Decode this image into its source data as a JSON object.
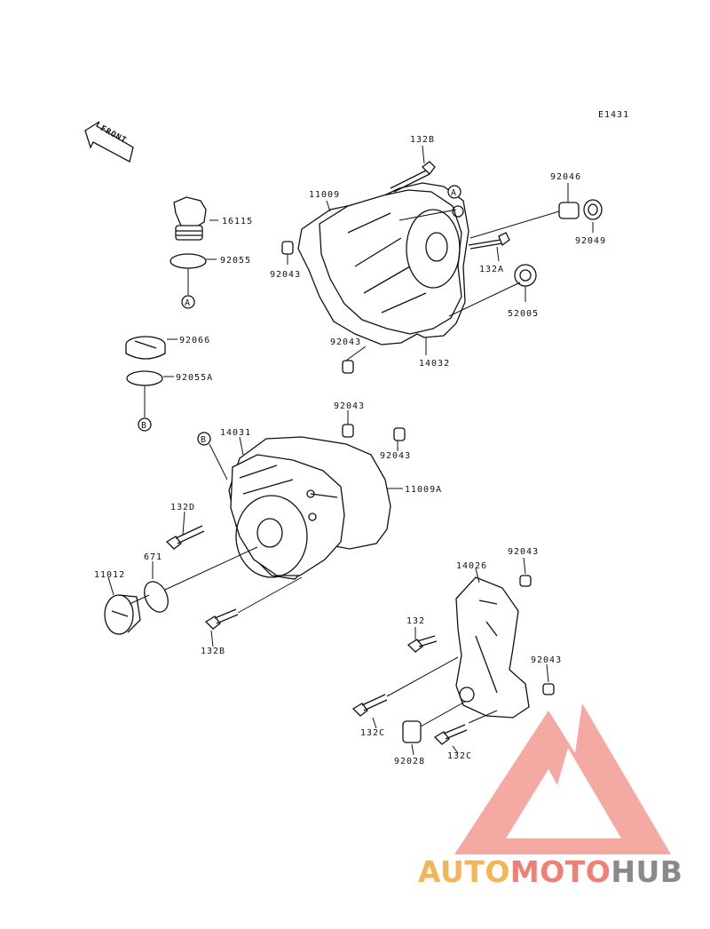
{
  "diagram_code": "E1431",
  "front_label": "FRONT",
  "callouts": {
    "A": "A",
    "B": "B"
  },
  "watermark": {
    "part1": "AUTO",
    "part2": "MOTO",
    "part3": "HUB",
    "color1": "#f4b458",
    "color2": "#f08076",
    "color3": "#8a8a8a",
    "logo_color": "#f39a93"
  },
  "parts": {
    "p132B_top": "132B",
    "p11009": "11009",
    "p92046": "92046",
    "p92049": "92049",
    "p16115": "16115",
    "p92055": "92055",
    "p92043_a": "92043",
    "p132A": "132A",
    "p52005": "52005",
    "p92066": "92066",
    "p92043_b": "92043",
    "p14032": "14032",
    "p92055A": "92055A",
    "p92043_c": "92043",
    "p14031": "14031",
    "p92043_d": "92043",
    "p11009A": "11009A",
    "p132D": "132D",
    "p671": "671",
    "p11012": "11012",
    "p132B_bot": "132B",
    "p14026": "14026",
    "p92043_e": "92043",
    "p132": "132",
    "p92043_f": "92043",
    "p132C_a": "132C",
    "p92028": "92028",
    "p132C_b": "132C"
  }
}
